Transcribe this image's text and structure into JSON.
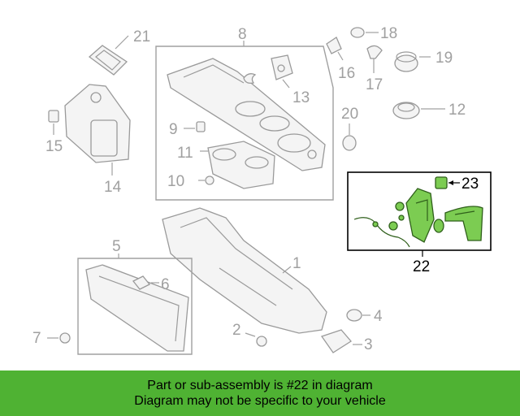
{
  "callouts": {
    "c1": "1",
    "c2": "2",
    "c3": "3",
    "c4": "4",
    "c5": "5",
    "c6": "6",
    "c7": "7",
    "c8": "8",
    "c9": "9",
    "c10": "10",
    "c11": "11",
    "c12": "12",
    "c13": "13",
    "c14": "14",
    "c15": "15",
    "c16": "16",
    "c17": "17",
    "c18": "18",
    "c19": "19",
    "c20": "20",
    "c21": "21",
    "c22": "22",
    "c23": "23"
  },
  "banner": {
    "line1": "Part or sub-assembly is #22 in diagram",
    "line2": "Diagram may not be specific to your vehicle"
  },
  "colors": {
    "highlight_part": "#7ccc52",
    "banner_bg": "#4fb233",
    "line_art": "#9a9a9a"
  }
}
